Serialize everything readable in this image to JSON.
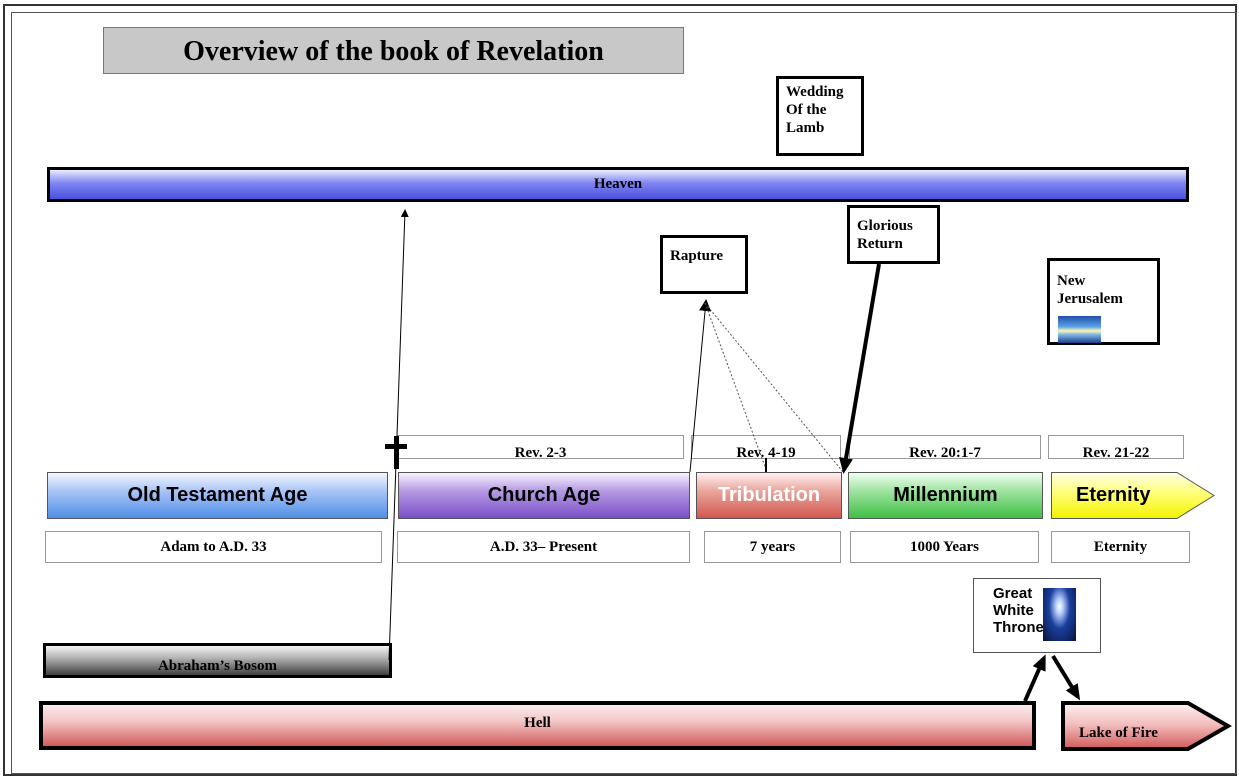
{
  "title": "Overview of the book of Revelation",
  "notes": {
    "wedding": [
      "Wedding",
      "Of the",
      "Lamb"
    ],
    "rapture": "Rapture",
    "glorious_return": [
      "Glorious",
      "Return"
    ],
    "new_jerusalem": [
      "New",
      "Jerusalem"
    ]
  },
  "heaven": "Heaven",
  "references": [
    "Rev. 2-3",
    "Rev. 4-19",
    "Rev. 20:1-7",
    "Rev. 21-22"
  ],
  "eras": [
    "Old Testament Age",
    "Church Age",
    "Tribulation",
    "Millennium",
    "Eternity"
  ],
  "periods": [
    "Adam to A.D. 33",
    "A.D. 33– Present",
    "7 years",
    "1000 Years",
    "Eternity"
  ],
  "abrahams_bosom": "Abraham’s Bosom",
  "great_white_throne": [
    "Great",
    "White",
    "Throne"
  ],
  "hell": "Hell",
  "lake_of_fire": "Lake of Fire",
  "colors": {
    "heaven": "#5a60e6",
    "old_testament": "#4f8fe8",
    "church": "#7b4fc8",
    "tribulation": "#d2574f",
    "millennium": "#3fbf45",
    "eternity": "#ffff3c",
    "hell": "#d25a5a"
  }
}
